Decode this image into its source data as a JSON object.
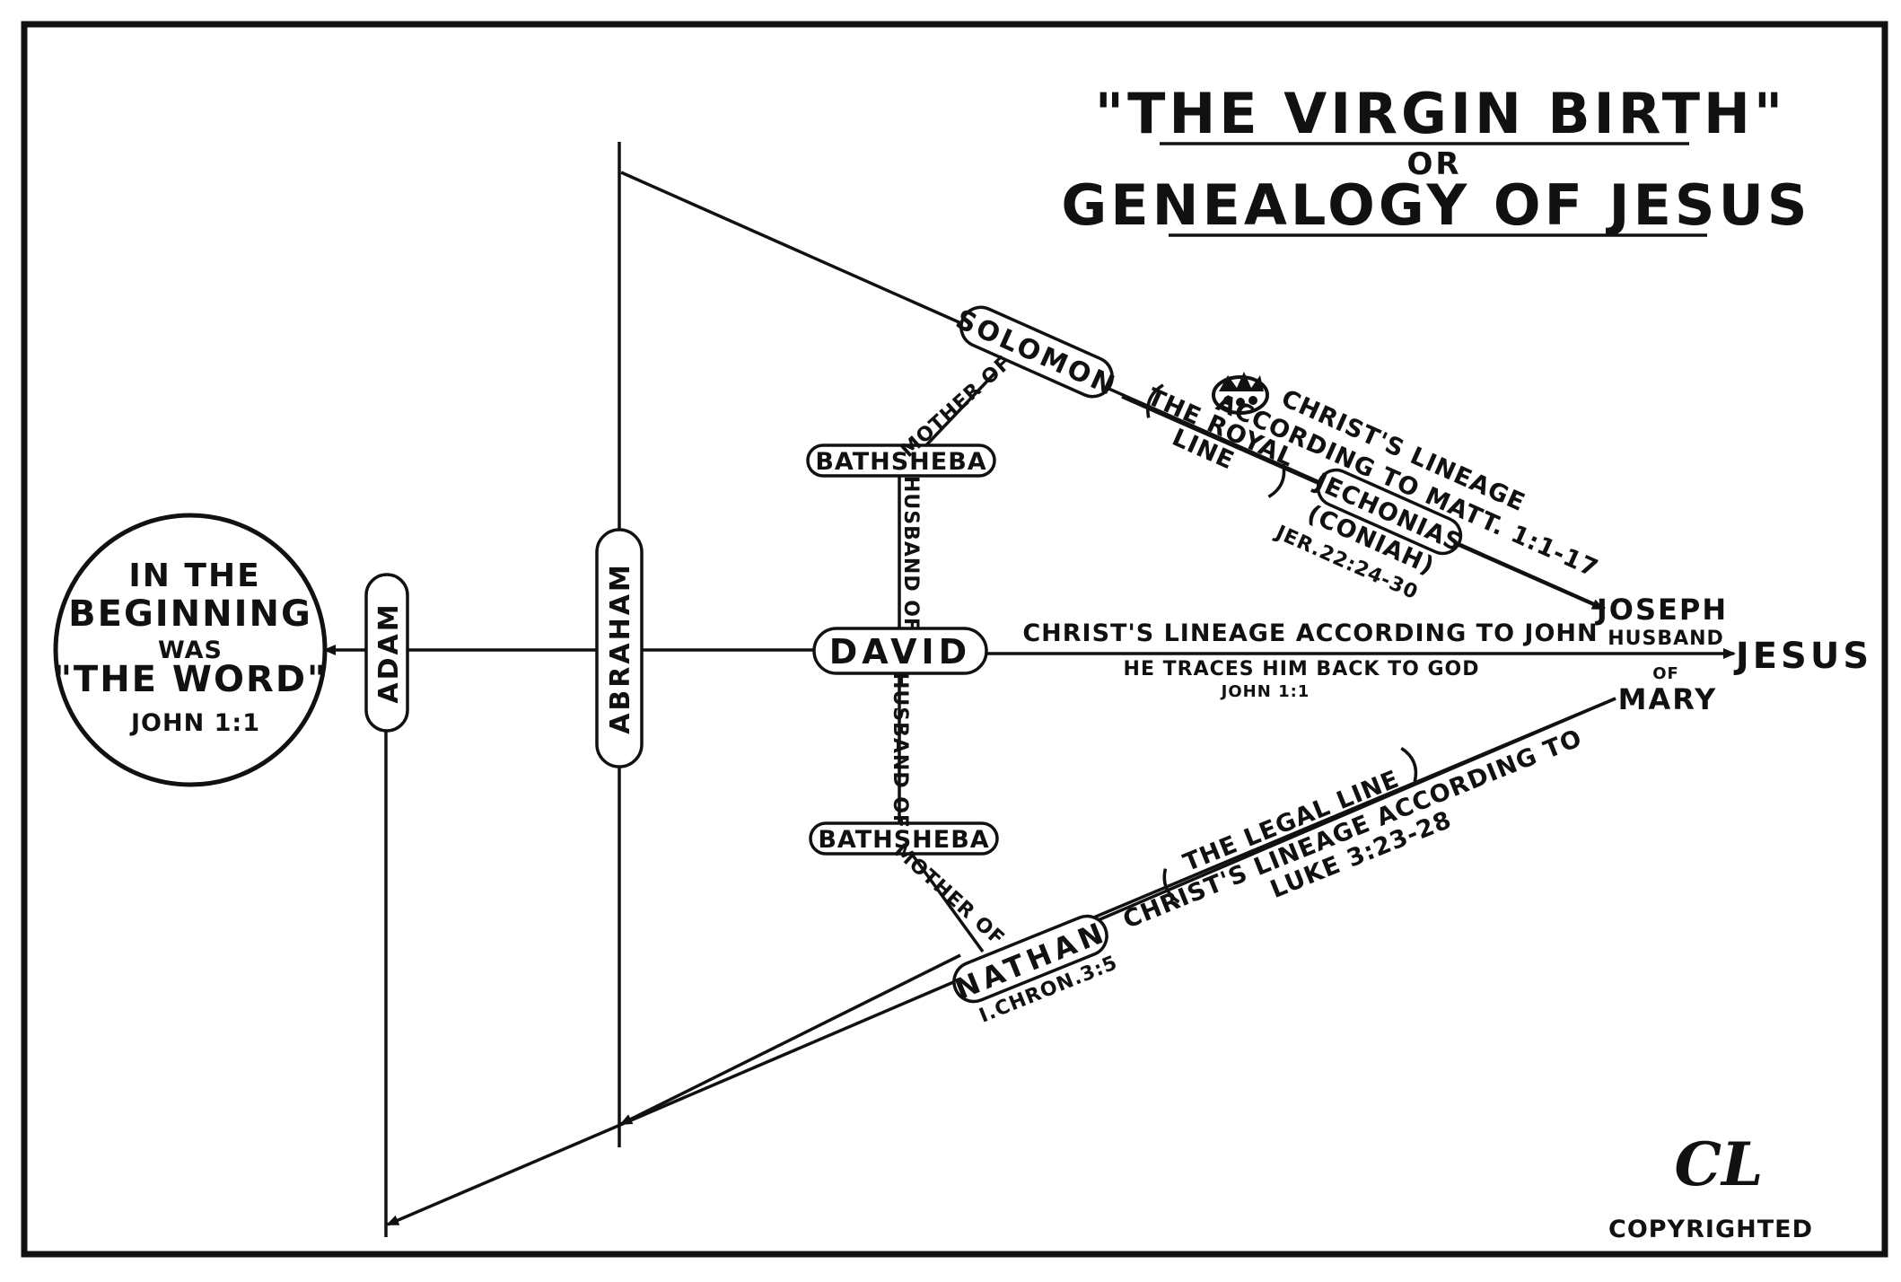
{
  "title": {
    "line1": "\"THE VIRGIN BIRTH\"",
    "or": "OR",
    "line2": "GENEALOGY OF JESUS"
  },
  "circle": {
    "line1": "IN THE",
    "line2": "BEGINNING",
    "line3": "WAS",
    "line4": "\"THE WORD\"",
    "line5": "JOHN 1:1"
  },
  "nodes": {
    "adam": "ADAM",
    "abraham": "ABRAHAM",
    "david": "DAVID",
    "solomon": "SOLOMON",
    "bathsheba_top": "BATHSHEBA",
    "bathsheba_bottom": "BATHSHEBA",
    "nathan": "NATHAN",
    "nathan_ref": "I.CHRON.3:5",
    "jechonias": "JECHONIAS",
    "coniah": "(CONIAH)",
    "jechonias_ref": "JER.22:24-30",
    "jesus": "JESUS",
    "joseph": "JOSEPH",
    "husband": "HUSBAND",
    "of": "OF",
    "mary": "MARY"
  },
  "labels": {
    "mother_of_top": "MOTHER OF",
    "mother_of_bottom": "MOTHER OF",
    "husband_of_top": "HUSBAND OF",
    "husband_of_bottom": "HUSBAND OF",
    "royal_line_1": "THE ROYAL",
    "royal_line_2": "LINE",
    "matt_1": "CHRIST'S LINEAGE",
    "matt_2": "ACCORDING TO MATT. 1:1-17",
    "john_1": "CHRIST'S LINEAGE ACCORDING TO JOHN",
    "john_2": "HE TRACES HIM BACK TO GOD",
    "john_3": "JOHN 1:1",
    "legal_1": "THE LEGAL LINE",
    "legal_2": "CHRIST'S LINEAGE ACCORDING TO",
    "legal_3": "LUKE 3:23-28"
  },
  "footer": {
    "monogram": "CL",
    "copyright": "COPYRIGHTED"
  }
}
